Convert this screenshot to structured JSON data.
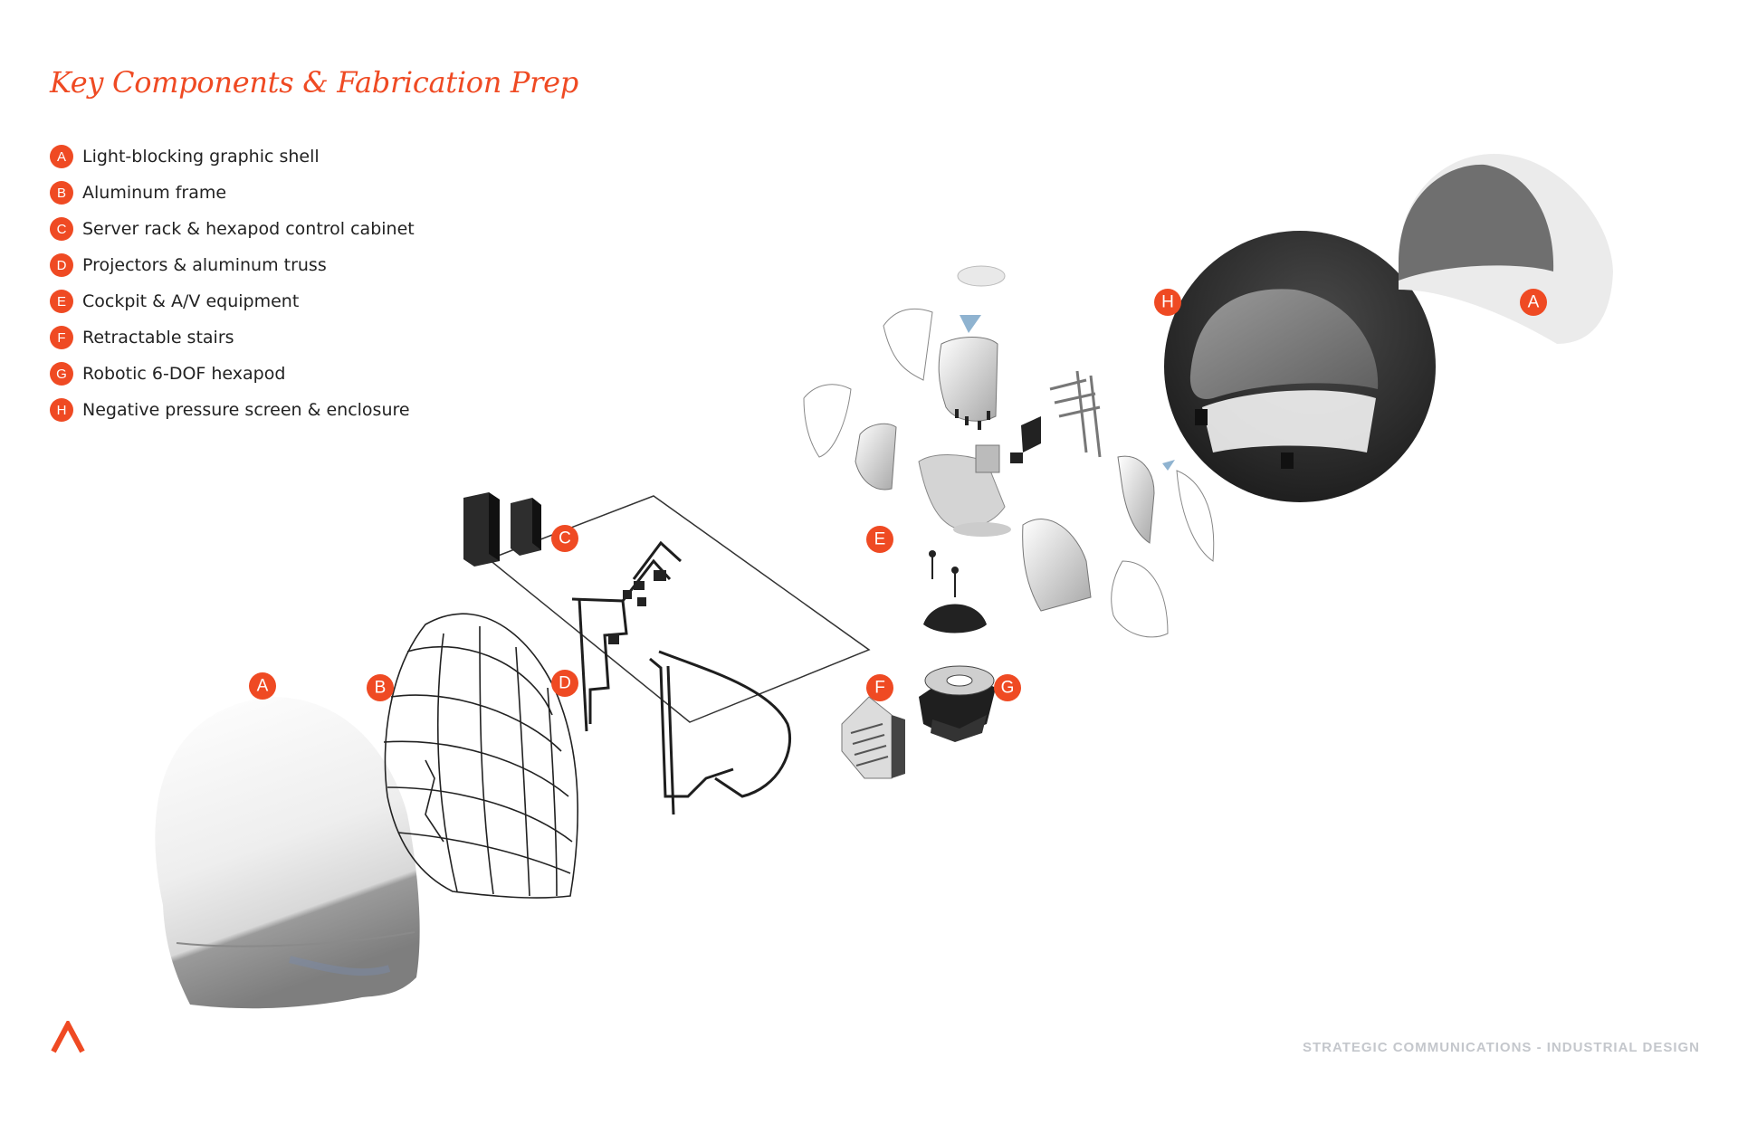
{
  "title": "Key Components & Fabrication Prep",
  "legend": [
    {
      "letter": "A",
      "label": "Light-blocking graphic shell"
    },
    {
      "letter": "B",
      "label": "Aluminum frame"
    },
    {
      "letter": "C",
      "label": "Server rack & hexapod control cabinet"
    },
    {
      "letter": "D",
      "label": "Projectors & aluminum truss"
    },
    {
      "letter": "E",
      "label": "Cockpit & A/V equipment"
    },
    {
      "letter": "F",
      "label": "Retractable stairs"
    },
    {
      "letter": "G",
      "label": "Robotic 6-DOF hexapod"
    },
    {
      "letter": "H",
      "label": "Negative pressure screen & enclosure"
    }
  ],
  "callouts": {
    "a_front": "A",
    "b": "B",
    "c": "C",
    "d": "D",
    "e": "E",
    "f": "F",
    "g": "G",
    "h": "H",
    "a_back": "A"
  },
  "footer": "STRATEGIC COMMUNICATIONS - INDUSTRIAL DESIGN",
  "colors": {
    "accent": "#ef4a23",
    "footer": "#c4c7cc"
  }
}
